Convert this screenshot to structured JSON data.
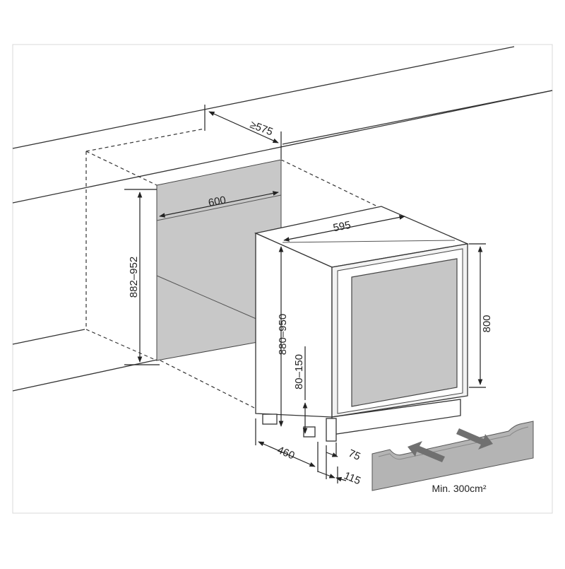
{
  "dimensions": {
    "niche_depth": "≥575",
    "niche_width": "600",
    "niche_height": "882–952",
    "unit_width": "595",
    "unit_height_total": "880–950",
    "unit_height_body": "800",
    "plinth_height": "80–150",
    "foot_depth": "460",
    "recess_front": "75",
    "recess_back": "115"
  },
  "vent_note": "Min. 300cm²",
  "colors": {
    "line": "#222222",
    "niche_fill": "#c8c8c8",
    "glass_fill": "#c6c6c6",
    "grille_fill": "#b4b4b4"
  }
}
